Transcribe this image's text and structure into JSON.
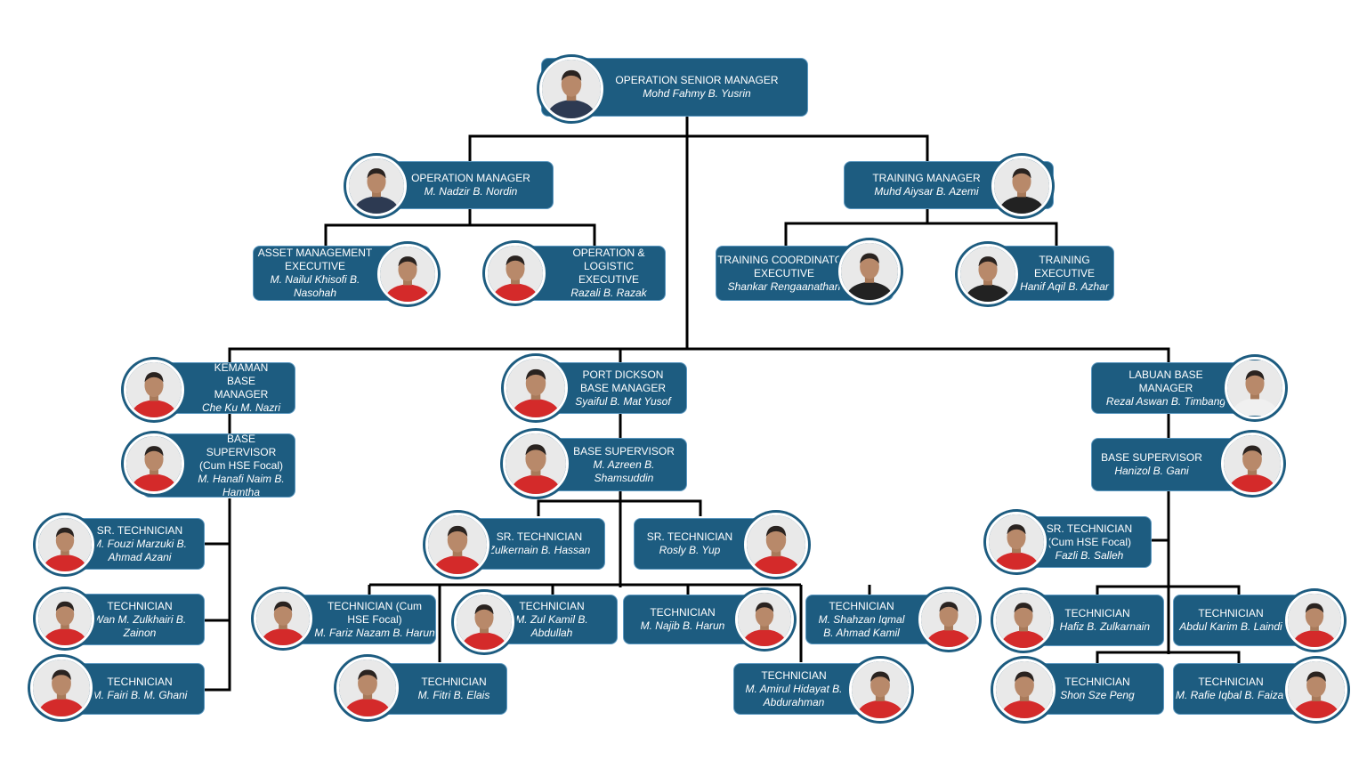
{
  "colors": {
    "box": "#1d5c80",
    "border": "#5c98c0",
    "line": "#000000",
    "shirt_red": "#d42a2a",
    "shirt_white": "#f0f0f0",
    "shirt_black": "#222222",
    "suit_navy": "#2d3a52"
  },
  "icons": {
    "photo": "person-photo-icon"
  },
  "nodes": {
    "osm": {
      "role": "OPERATION SENIOR MANAGER",
      "name": "Mohd Fahmy B. Yusrin"
    },
    "om": {
      "role": "OPERATION MANAGER",
      "name": "M. Nadzir B. Nordin"
    },
    "tm": {
      "role": "TRAINING MANAGER",
      "name": "Muhd Aiysar B. Azemi"
    },
    "ame": {
      "role": "ASSET MANAGEMENT EXECUTIVE",
      "name": "M. Nailul Khisofi B. Nasohah"
    },
    "ole": {
      "role": "OPERATION & LOGISTIC EXECUTIVE",
      "name": "Razali B. Razak"
    },
    "tce": {
      "role": "TRAINING COORDINATOR EXECUTIVE",
      "name": "Shankar Rengaanathan"
    },
    "te": {
      "role": "TRAINING EXECUTIVE",
      "name": "Hanif Aqil B. Azhar"
    },
    "kbm": {
      "role": "KEMAMAN BASE MANAGER",
      "name": "Che Ku M. Nazri"
    },
    "pbm": {
      "role": "PORT DICKSON BASE MANAGER",
      "name": "Syaiful B. Mat Yusof"
    },
    "lbm": {
      "role": "LABUAN BASE MANAGER",
      "name": "Rezal Aswan B. Timbang"
    },
    "kbs": {
      "role": "BASE SUPERVISOR (Cum HSE Focal)",
      "name": "M. Hanafi Naim B. Hamtha"
    },
    "pbs": {
      "role": "BASE SUPERVISOR",
      "name": "M. Azreen B. Shamsuddin"
    },
    "lbs": {
      "role": "BASE SUPERVISOR",
      "name": "Hanizol B. Gani"
    },
    "k1": {
      "role": "SR. TECHNICIAN",
      "name": "M. Fouzi Marzuki B. Ahmad Azani"
    },
    "k2": {
      "role": "TECHNICIAN",
      "name": "Wan M. Zulkhairi B. Zainon"
    },
    "k3": {
      "role": "TECHNICIAN",
      "name": "M. Fairi B. M. Ghani"
    },
    "p1": {
      "role": "SR. TECHNICIAN",
      "name": "Zulkernain B. Hassan"
    },
    "p2": {
      "role": "SR. TECHNICIAN",
      "name": "Rosly B. Yup"
    },
    "p3": {
      "role": "TECHNICIAN (Cum HSE Focal)",
      "name": "M. Fariz Nazam B. Harun"
    },
    "p4": {
      "role": "TECHNICIAN",
      "name": "M. Zul Kamil B. Abdullah"
    },
    "p5": {
      "role": "TECHNICIAN",
      "name": "M. Najib B. Harun"
    },
    "p6": {
      "role": "TECHNICIAN",
      "name": "M. Shahzan Iqmal B. Ahmad Kamil"
    },
    "p7": {
      "role": "TECHNICIAN",
      "name": "M. Fitri B. Elais"
    },
    "p8": {
      "role": "TECHNICIAN",
      "name": "M. Amirul Hidayat B. Abdurahman"
    },
    "l1": {
      "role": "SR. TECHNICIAN (Cum HSE Focal)",
      "name": "Fazli B. Salleh"
    },
    "l2": {
      "role": "TECHNICIAN",
      "name": "M. Hafiz B. Zulkarnain"
    },
    "l3": {
      "role": "TECHNICIAN",
      "name": "Abdul Karim B. Laindi"
    },
    "l4": {
      "role": "TECHNICIAN",
      "name": "Shon Sze Peng"
    },
    "l5": {
      "role": "TECHNICIAN",
      "name": "M. Rafie Iqbal B. Faizal"
    }
  }
}
